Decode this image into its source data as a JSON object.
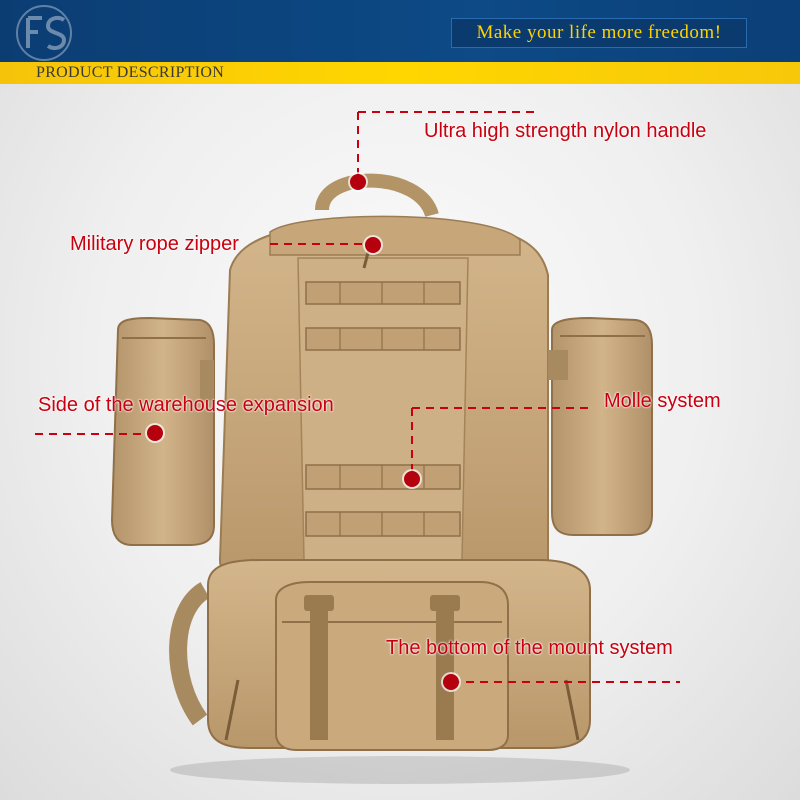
{
  "header": {
    "slogan": "Make your life more freedom!"
  },
  "section_bar": {
    "title": "PRODUCT DESCRIPTION"
  },
  "callouts": {
    "handle": "Ultra high strength nylon handle",
    "zipper": "Military rope zipper",
    "side": "Side of the warehouse expansion",
    "molle": "Molle system",
    "bottom": "The bottom of the mount system"
  },
  "colors": {
    "header_blue": "#0d4a86",
    "slogan_yellow": "#ffd200",
    "bar_yellow": "#ffd600",
    "callout_red": "#c8000f",
    "bag_khaki": "#c8a97d"
  }
}
